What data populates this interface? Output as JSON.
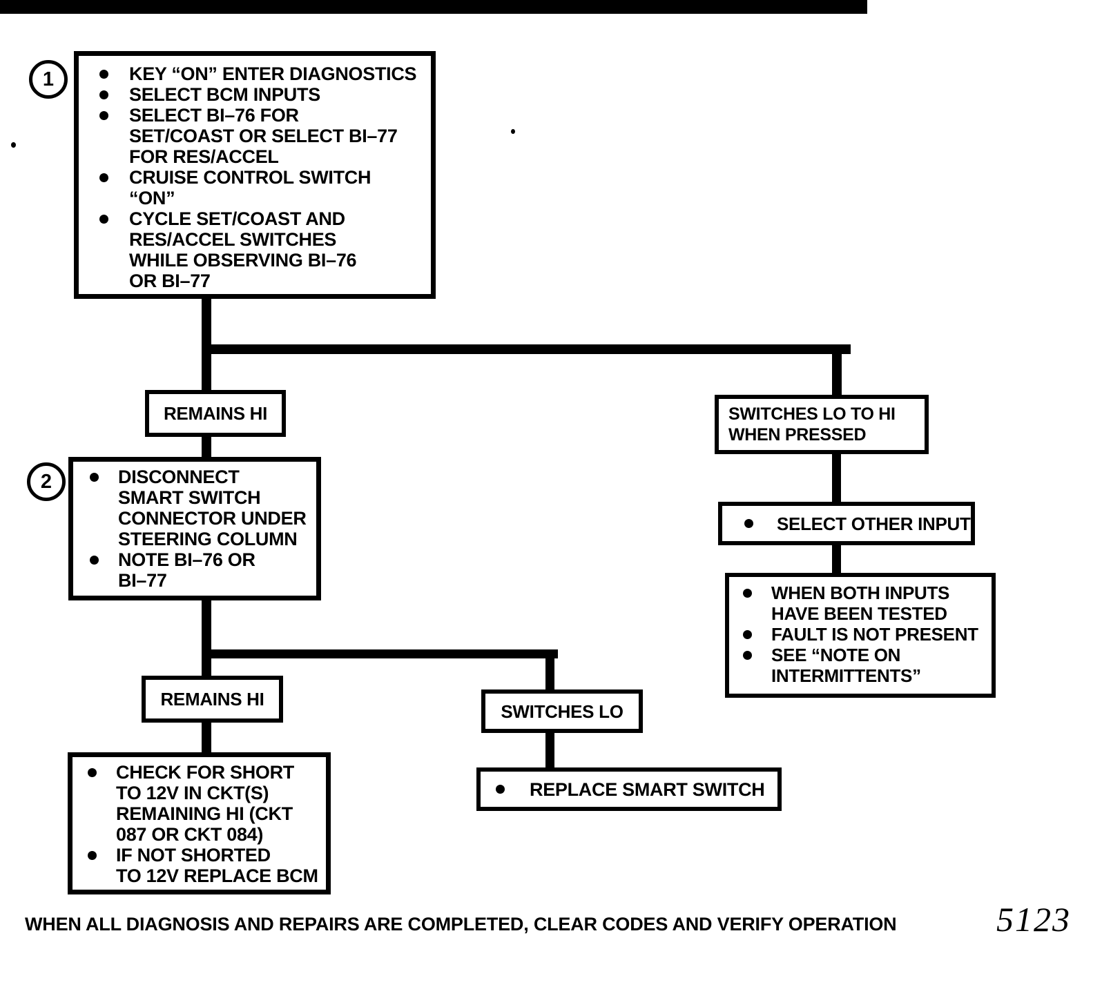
{
  "page": {
    "footer": "WHEN ALL DIAGNOSIS AND REPAIRS ARE COMPLETED, CLEAR CODES AND VERIFY OPERATION",
    "figure_number": "5123",
    "colors": {
      "ink": "#000000",
      "paper": "#ffffff"
    }
  },
  "flow": {
    "step1": {
      "number": "1",
      "bullets": [
        [
          "KEY “ON” ENTER DIAGNOSTICS"
        ],
        [
          "SELECT BCM INPUTS"
        ],
        [
          "SELECT BI–76 FOR",
          "SET/COAST OR SELECT BI–77",
          "FOR RES/ACCEL"
        ],
        [
          "CRUISE CONTROL SWITCH",
          "“ON”"
        ],
        [
          "CYCLE SET/COAST AND",
          "RES/ACCEL SWITCHES",
          "WHILE OBSERVING BI–76",
          "OR BI–77"
        ]
      ]
    },
    "branch_top": {
      "left_label": "REMAINS HI",
      "right_label": [
        "SWITCHES LO TO HI",
        "WHEN PRESSED"
      ]
    },
    "step2": {
      "number": "2",
      "bullets": [
        [
          "DISCONNECT",
          "SMART SWITCH",
          "CONNECTOR UNDER",
          "STEERING COLUMN"
        ],
        [
          "NOTE BI–76 OR",
          "BI–77"
        ]
      ]
    },
    "right_column": {
      "select_other_input": "SELECT OTHER INPUT",
      "both_inputs": {
        "bullets": [
          [
            "WHEN BOTH INPUTS",
            "HAVE BEEN TESTED"
          ],
          [
            "FAULT IS NOT PRESENT"
          ],
          [
            "SEE “NOTE ON",
            "INTERMITTENTS”"
          ]
        ]
      }
    },
    "branch_bottom": {
      "left_label": "REMAINS HI",
      "right_label": "SWITCHES LO"
    },
    "check_short": {
      "bullets": [
        [
          "CHECK FOR SHORT",
          "TO 12V IN CKT(S)",
          "REMAINING HI (CKT",
          "087 OR CKT 084)"
        ],
        [
          "IF NOT SHORTED",
          "TO 12V REPLACE BCM"
        ]
      ]
    },
    "replace_smart_switch": "REPLACE SMART SWITCH"
  }
}
